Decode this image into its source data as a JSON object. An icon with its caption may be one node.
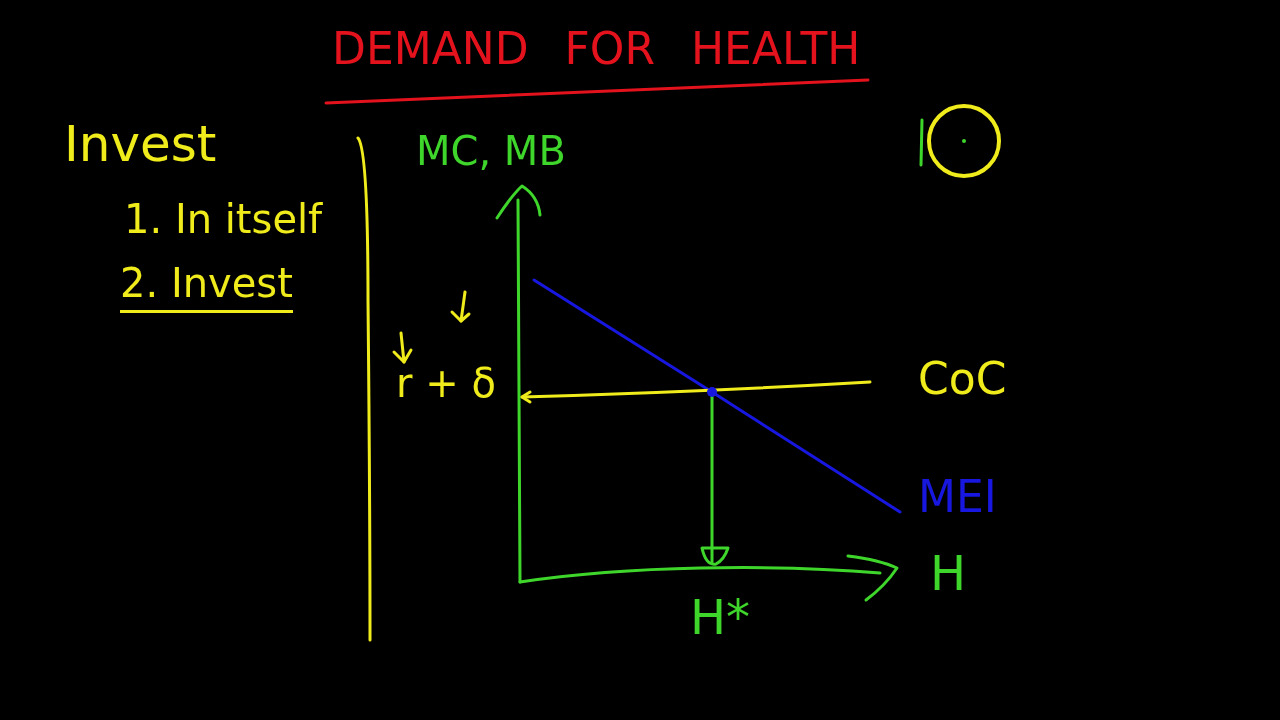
{
  "diagram": {
    "title": "DEMAND FOR HEALTH",
    "labels": [
      "Invest",
      "1. In itself",
      "2. Invest",
      "MC, MB",
      "r + δ",
      "CoC",
      "MEI",
      "H",
      "H*"
    ]
  }
}
